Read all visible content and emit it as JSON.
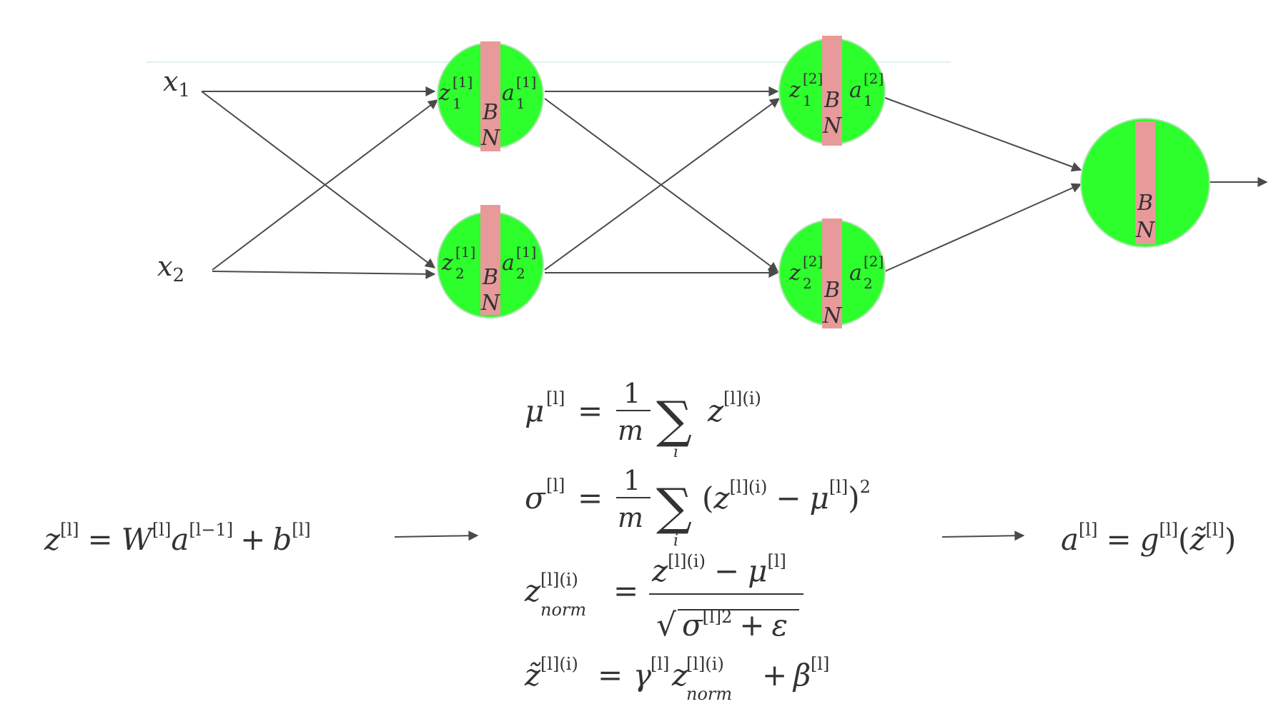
{
  "inputs": {
    "x1": {
      "base": "x",
      "sub": "1"
    },
    "x2": {
      "base": "x",
      "sub": "2"
    }
  },
  "bn_label": {
    "b": "B",
    "n": "N"
  },
  "layer1": {
    "neuron1": {
      "z": "z",
      "z_sub": "1",
      "z_sup": "[1]",
      "a": "a",
      "a_sub": "1",
      "a_sup": "[1]"
    },
    "neuron2": {
      "z": "z",
      "z_sub": "2",
      "z_sup": "[1]",
      "a": "a",
      "a_sub": "2",
      "a_sup": "[1]"
    }
  },
  "layer2": {
    "neuron1": {
      "z": "z",
      "z_sub": "1",
      "z_sup": "[2]",
      "a": "a",
      "a_sub": "1",
      "a_sup": "[2]"
    },
    "neuron2": {
      "z": "z",
      "z_sub": "2",
      "z_sup": "[2]",
      "a": "a",
      "a_sub": "2",
      "a_sup": "[2]"
    }
  },
  "equations": {
    "linear": {
      "z": "z",
      "l": "[l]",
      "eq": "=",
      "W": "W",
      "a": "a",
      "lm1": "[l−1]",
      "plus": "+",
      "b": "b"
    },
    "mu": {
      "mu": "μ",
      "l": "[l]",
      "eq": "=",
      "one": "1",
      "m": "m",
      "sum": "∑",
      "i": "i",
      "z": "z",
      "li": "[l](i)"
    },
    "sigma": {
      "sigma": "σ",
      "l": "[l]",
      "eq": "=",
      "one": "1",
      "m": "m",
      "sum": "∑",
      "i": "i",
      "open": "(",
      "z": "z",
      "li": "[l](i)",
      "minus": "−",
      "mu": "μ",
      "close": ")",
      "sq": "2"
    },
    "znorm": {
      "z": "z",
      "li": "[l](i)",
      "norm": "norm",
      "eq": "=",
      "minus": "−",
      "mu": "μ",
      "l": "[l]",
      "sqrt": "√",
      "sigma": "σ",
      "l2": "[l]2",
      "plus": "+",
      "eps": "ε"
    },
    "ztilde": {
      "zt": "z̃",
      "li": "[l](i)",
      "eq": "=",
      "gamma": "γ",
      "l": "[l]",
      "z": "z",
      "norm": "norm",
      "plus": "+",
      "beta": "β"
    },
    "activation": {
      "a": "a",
      "l": "[l]",
      "eq": "=",
      "g": "g",
      "open": "(",
      "zt": "z̃",
      "close": ")"
    }
  },
  "colors": {
    "neuron_fill": "#2cff2c",
    "bn_bar": "#e89a9a",
    "arrow": "#4a4a4a",
    "text": "#333333"
  }
}
